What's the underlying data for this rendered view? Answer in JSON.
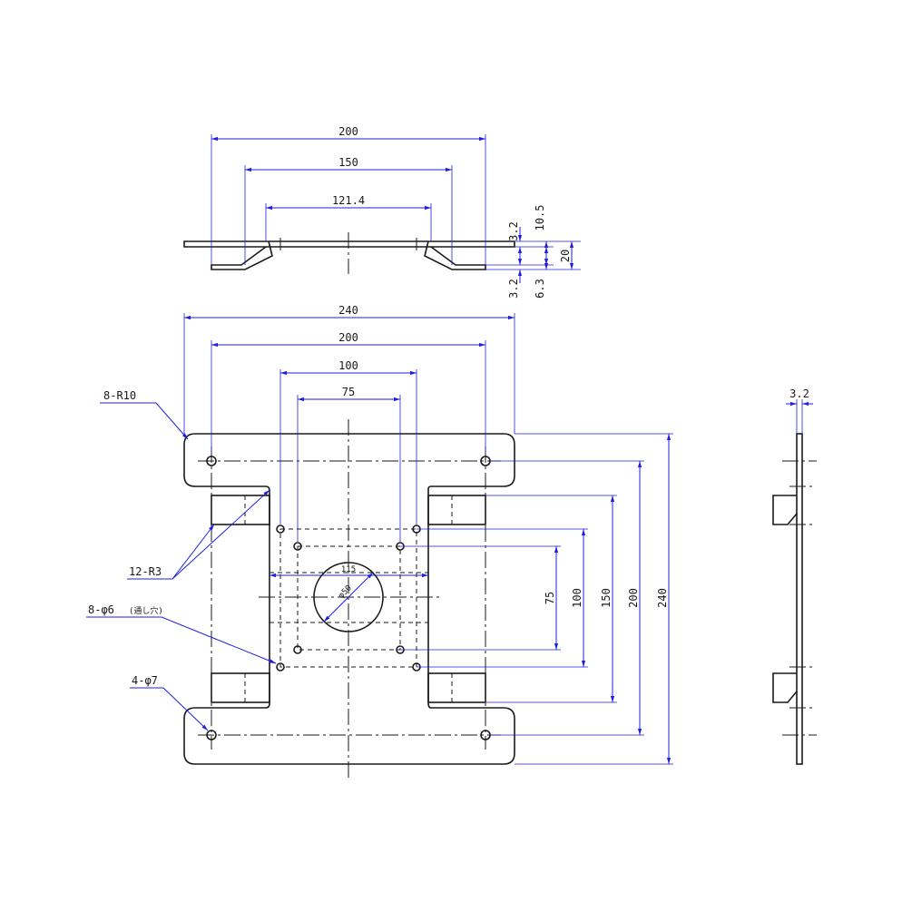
{
  "top_view": {
    "dims": [
      "200",
      "150",
      "121.4"
    ],
    "right_dims": [
      "3.2",
      "10.5",
      "20",
      "3.2",
      "6.3"
    ]
  },
  "front_view": {
    "dims_horizontal": [
      "240",
      "200",
      "100",
      "75",
      "115"
    ],
    "dims_vertical": [
      "75",
      "100",
      "150",
      "200",
      "240"
    ],
    "center_hole": "φ50",
    "callouts": {
      "r10": "8-R10",
      "r3": "12-R3",
      "phi6": "8-φ6",
      "phi6_note": "(通し穴)",
      "phi7": "4-φ7"
    }
  },
  "side_view": {
    "thickness": "3.2"
  },
  "colors": {
    "dimension": "#1f1fe0",
    "outline": "#1a1a1a"
  }
}
